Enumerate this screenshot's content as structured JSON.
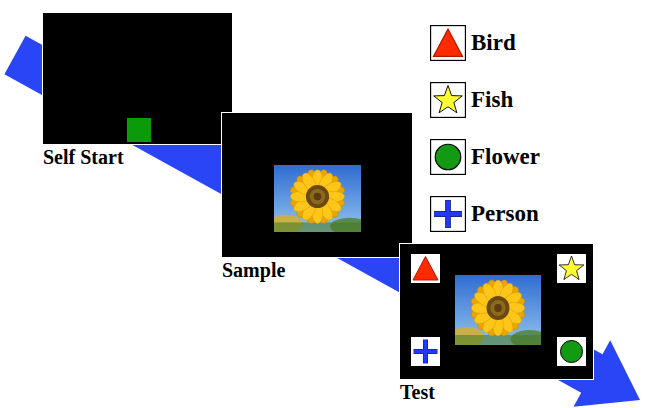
{
  "diagram": {
    "nodes": [
      {
        "text": [
          "Self Start"
        ]
      },
      {
        "text": [
          "Sample"
        ]
      },
      {
        "text": [
          "Test"
        ]
      }
    ],
    "legend": [
      {
        "text": "Bird"
      },
      {
        "text": "Fish"
      },
      {
        "text": "Flower"
      },
      {
        "text": "Person"
      }
    ]
  }
}
